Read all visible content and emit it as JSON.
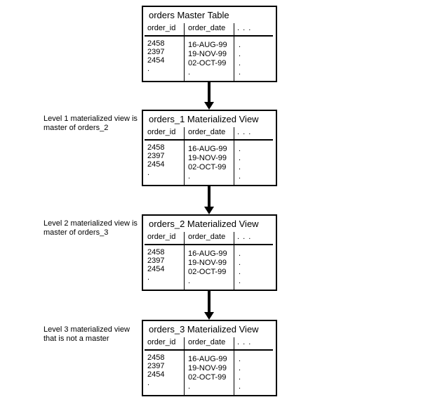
{
  "diagram": {
    "boxes": [
      {
        "title": "orders Master Table"
      },
      {
        "title": "orders_1 Materialized View"
      },
      {
        "title": "orders_2 Materialized View"
      },
      {
        "title": "orders_3 Materialized View"
      }
    ],
    "labels": [
      {
        "lines": [
          "Level 1 materialized view is",
          "master of orders_2"
        ]
      },
      {
        "lines": [
          "Level 2 materialized view is",
          "master of orders_3"
        ]
      },
      {
        "lines": [
          "Level 3 materialized view",
          "that is not a master"
        ]
      }
    ],
    "table": {
      "columns": [
        "order_id",
        "order_date",
        ". . ."
      ],
      "order_ids": [
        "2458",
        "2397",
        "2454",
        "."
      ],
      "order_dates": [
        "16-AUG-99",
        "19-NOV-99",
        "02-OCT-99",
        "."
      ],
      "etc_column": [
        ".",
        ".",
        ".",
        "."
      ]
    },
    "colors": {
      "line": "#000000",
      "background": "#ffffff",
      "text": "#000000"
    }
  }
}
